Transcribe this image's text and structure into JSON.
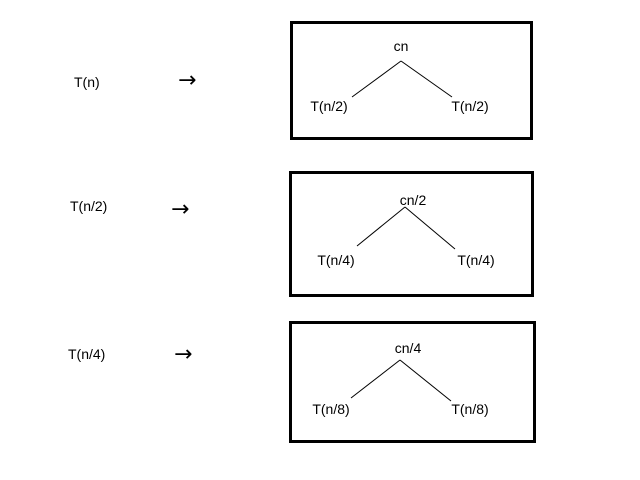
{
  "rows": [
    {
      "lhs": "T(n)",
      "arrow": "→",
      "tree": {
        "root": "cn",
        "left": "T(n/2)",
        "right": "T(n/2)"
      }
    },
    {
      "lhs": "T(n/2)",
      "arrow": "→",
      "tree": {
        "root": "cn/2",
        "left": "T(n/4)",
        "right": "T(n/4)"
      }
    },
    {
      "lhs": "T(n/4)",
      "arrow": "→",
      "tree": {
        "root": "cn/4",
        "left": "T(n/8)",
        "right": "T(n/8)"
      }
    }
  ]
}
